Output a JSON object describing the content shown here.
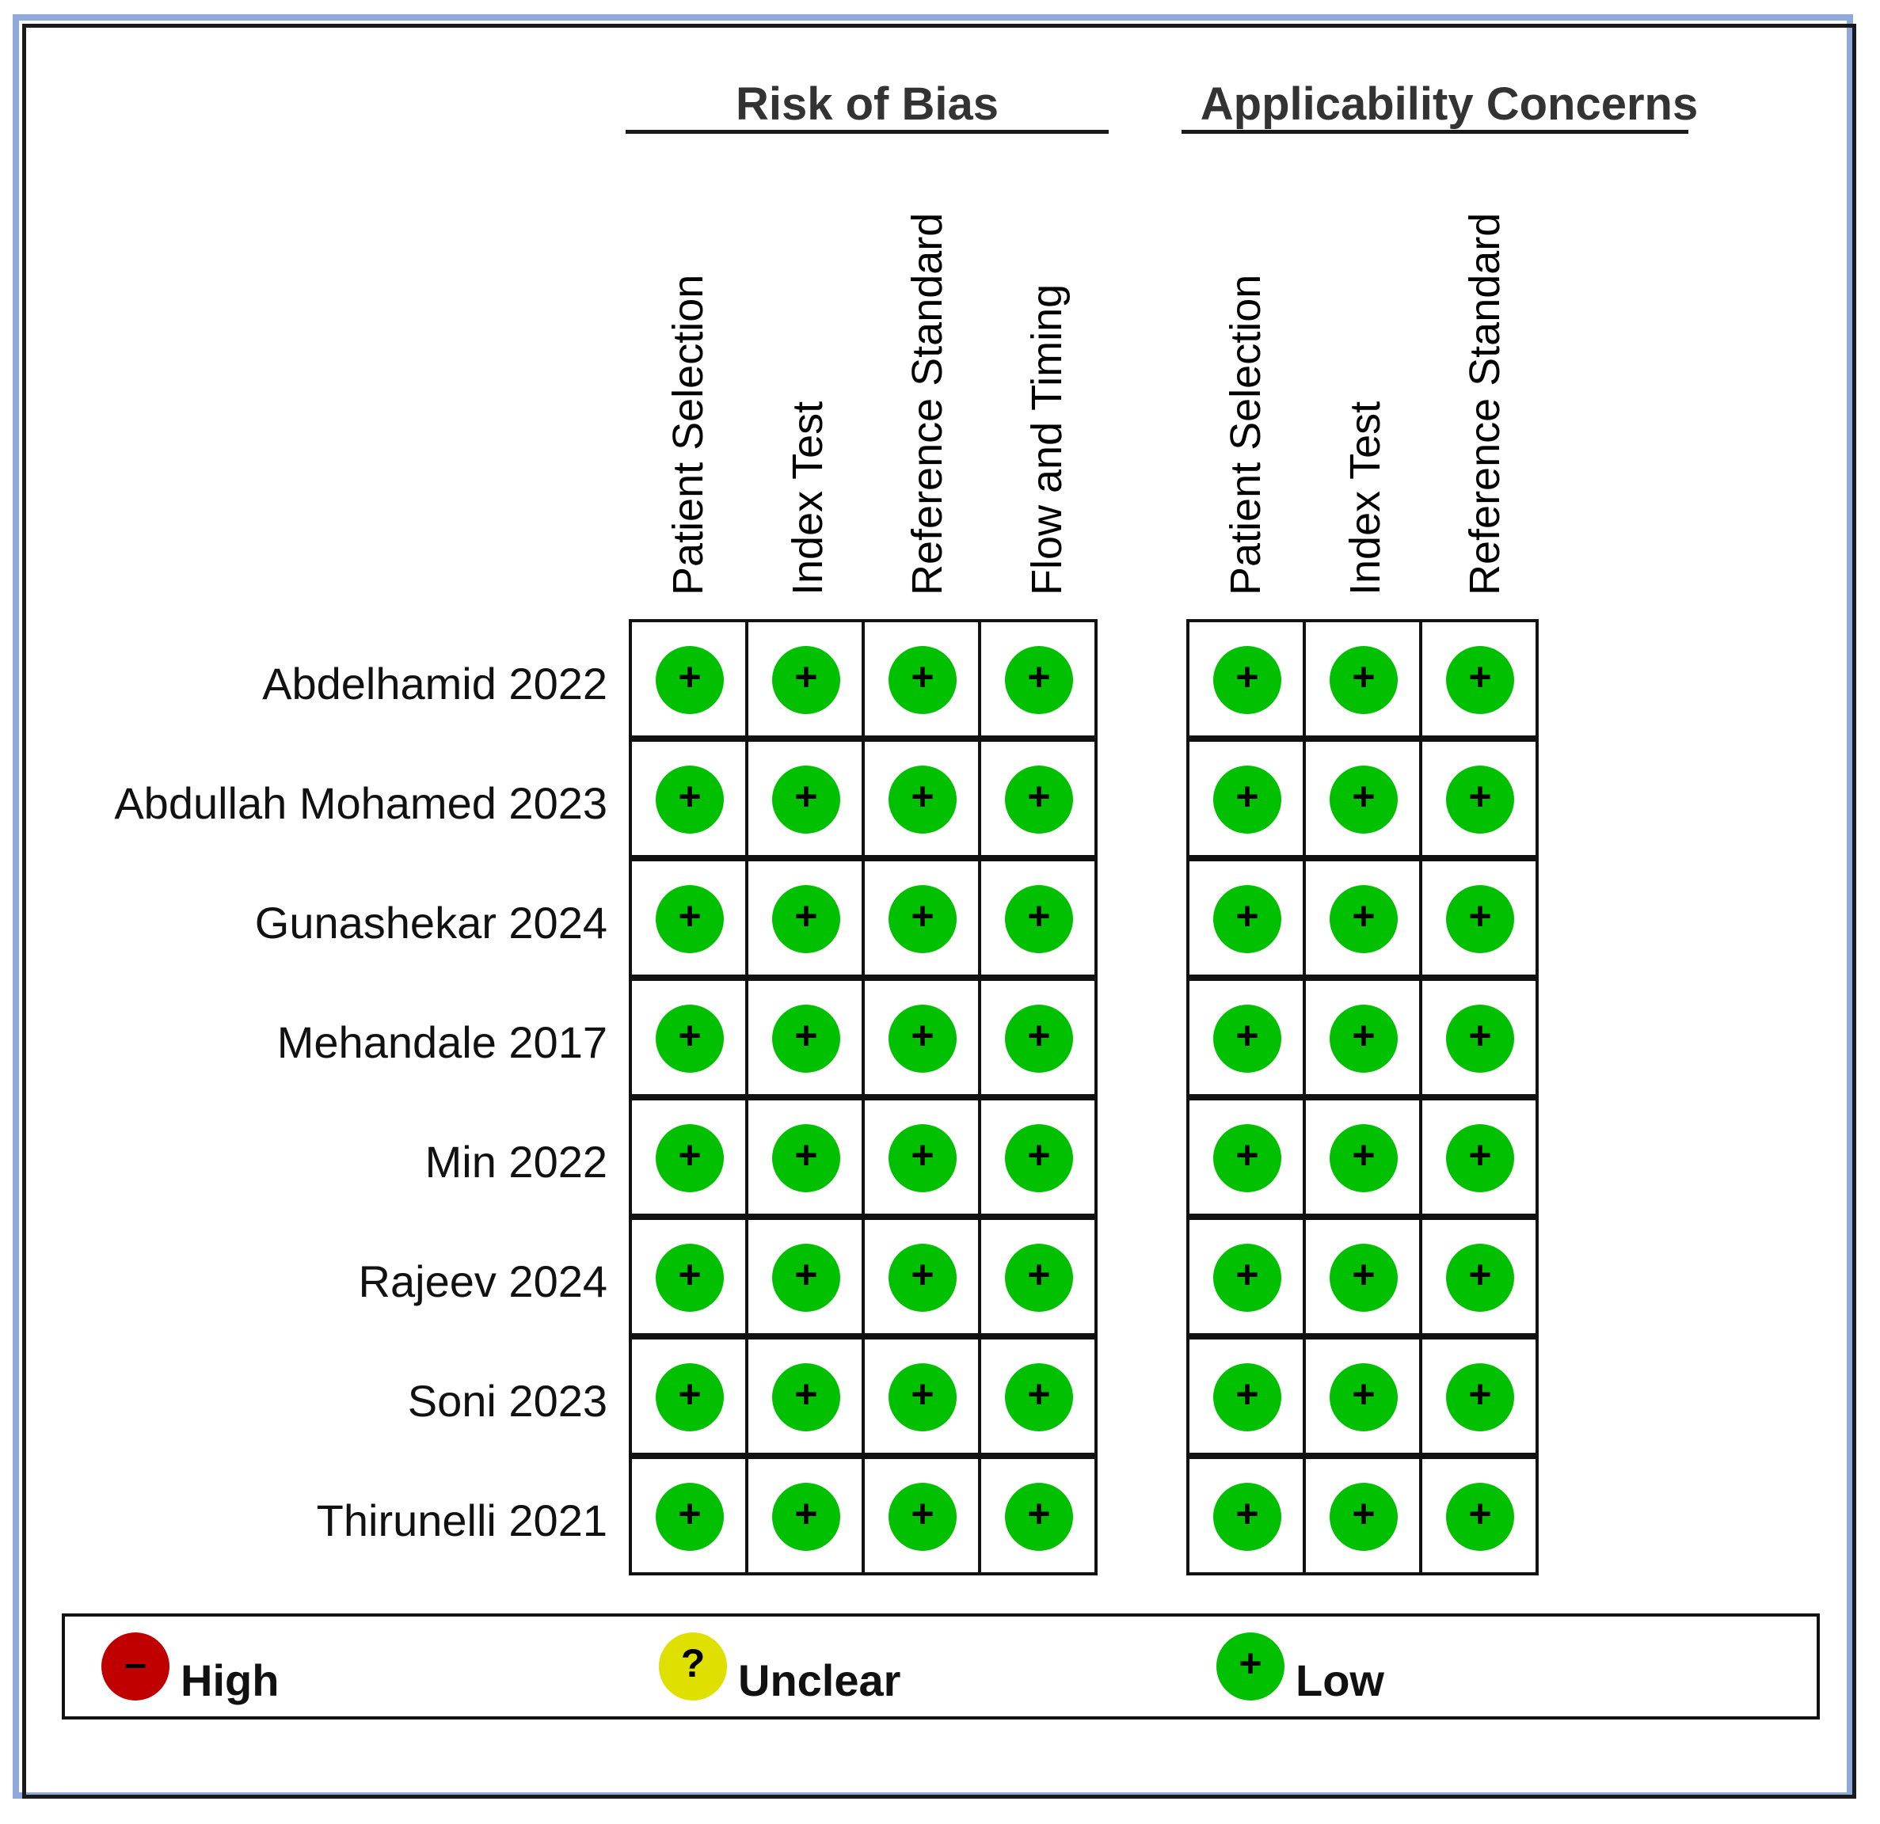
{
  "groups": {
    "risk_of_bias": "Risk of Bias",
    "applicability": "Applicability Concerns"
  },
  "risk_columns": [
    "Patient Selection",
    "Index Test",
    "Reference Standard",
    "Flow and Timing"
  ],
  "applicability_columns": [
    "Patient Selection",
    "Index Test",
    "Reference Standard"
  ],
  "studies": [
    "Abdelhamid 2022",
    "Abdullah Mohamed 2023",
    "Gunashekar 2024",
    "Mehandale 2017",
    "Min 2022",
    "Rajeev 2024",
    "Soni 2023",
    "Thirunelli 2021"
  ],
  "judgements": {
    "risk_of_bias": [
      [
        "low",
        "low",
        "low",
        "low"
      ],
      [
        "low",
        "low",
        "low",
        "low"
      ],
      [
        "low",
        "low",
        "low",
        "low"
      ],
      [
        "low",
        "low",
        "low",
        "low"
      ],
      [
        "low",
        "low",
        "low",
        "low"
      ],
      [
        "low",
        "low",
        "low",
        "low"
      ],
      [
        "low",
        "low",
        "low",
        "low"
      ],
      [
        "low",
        "low",
        "low",
        "low"
      ]
    ],
    "applicability": [
      [
        "low",
        "low",
        "low"
      ],
      [
        "low",
        "low",
        "low"
      ],
      [
        "low",
        "low",
        "low"
      ],
      [
        "low",
        "low",
        "low"
      ],
      [
        "low",
        "low",
        "low"
      ],
      [
        "low",
        "low",
        "low"
      ],
      [
        "low",
        "low",
        "low"
      ],
      [
        "low",
        "low",
        "low"
      ]
    ]
  },
  "legend": {
    "high": {
      "label": "High",
      "symbol": "–",
      "color": "#c00000"
    },
    "unclear": {
      "label": "Unclear",
      "symbol": "?",
      "color": "#e0e000"
    },
    "low": {
      "label": "Low",
      "symbol": "+",
      "color": "#00c000"
    }
  }
}
